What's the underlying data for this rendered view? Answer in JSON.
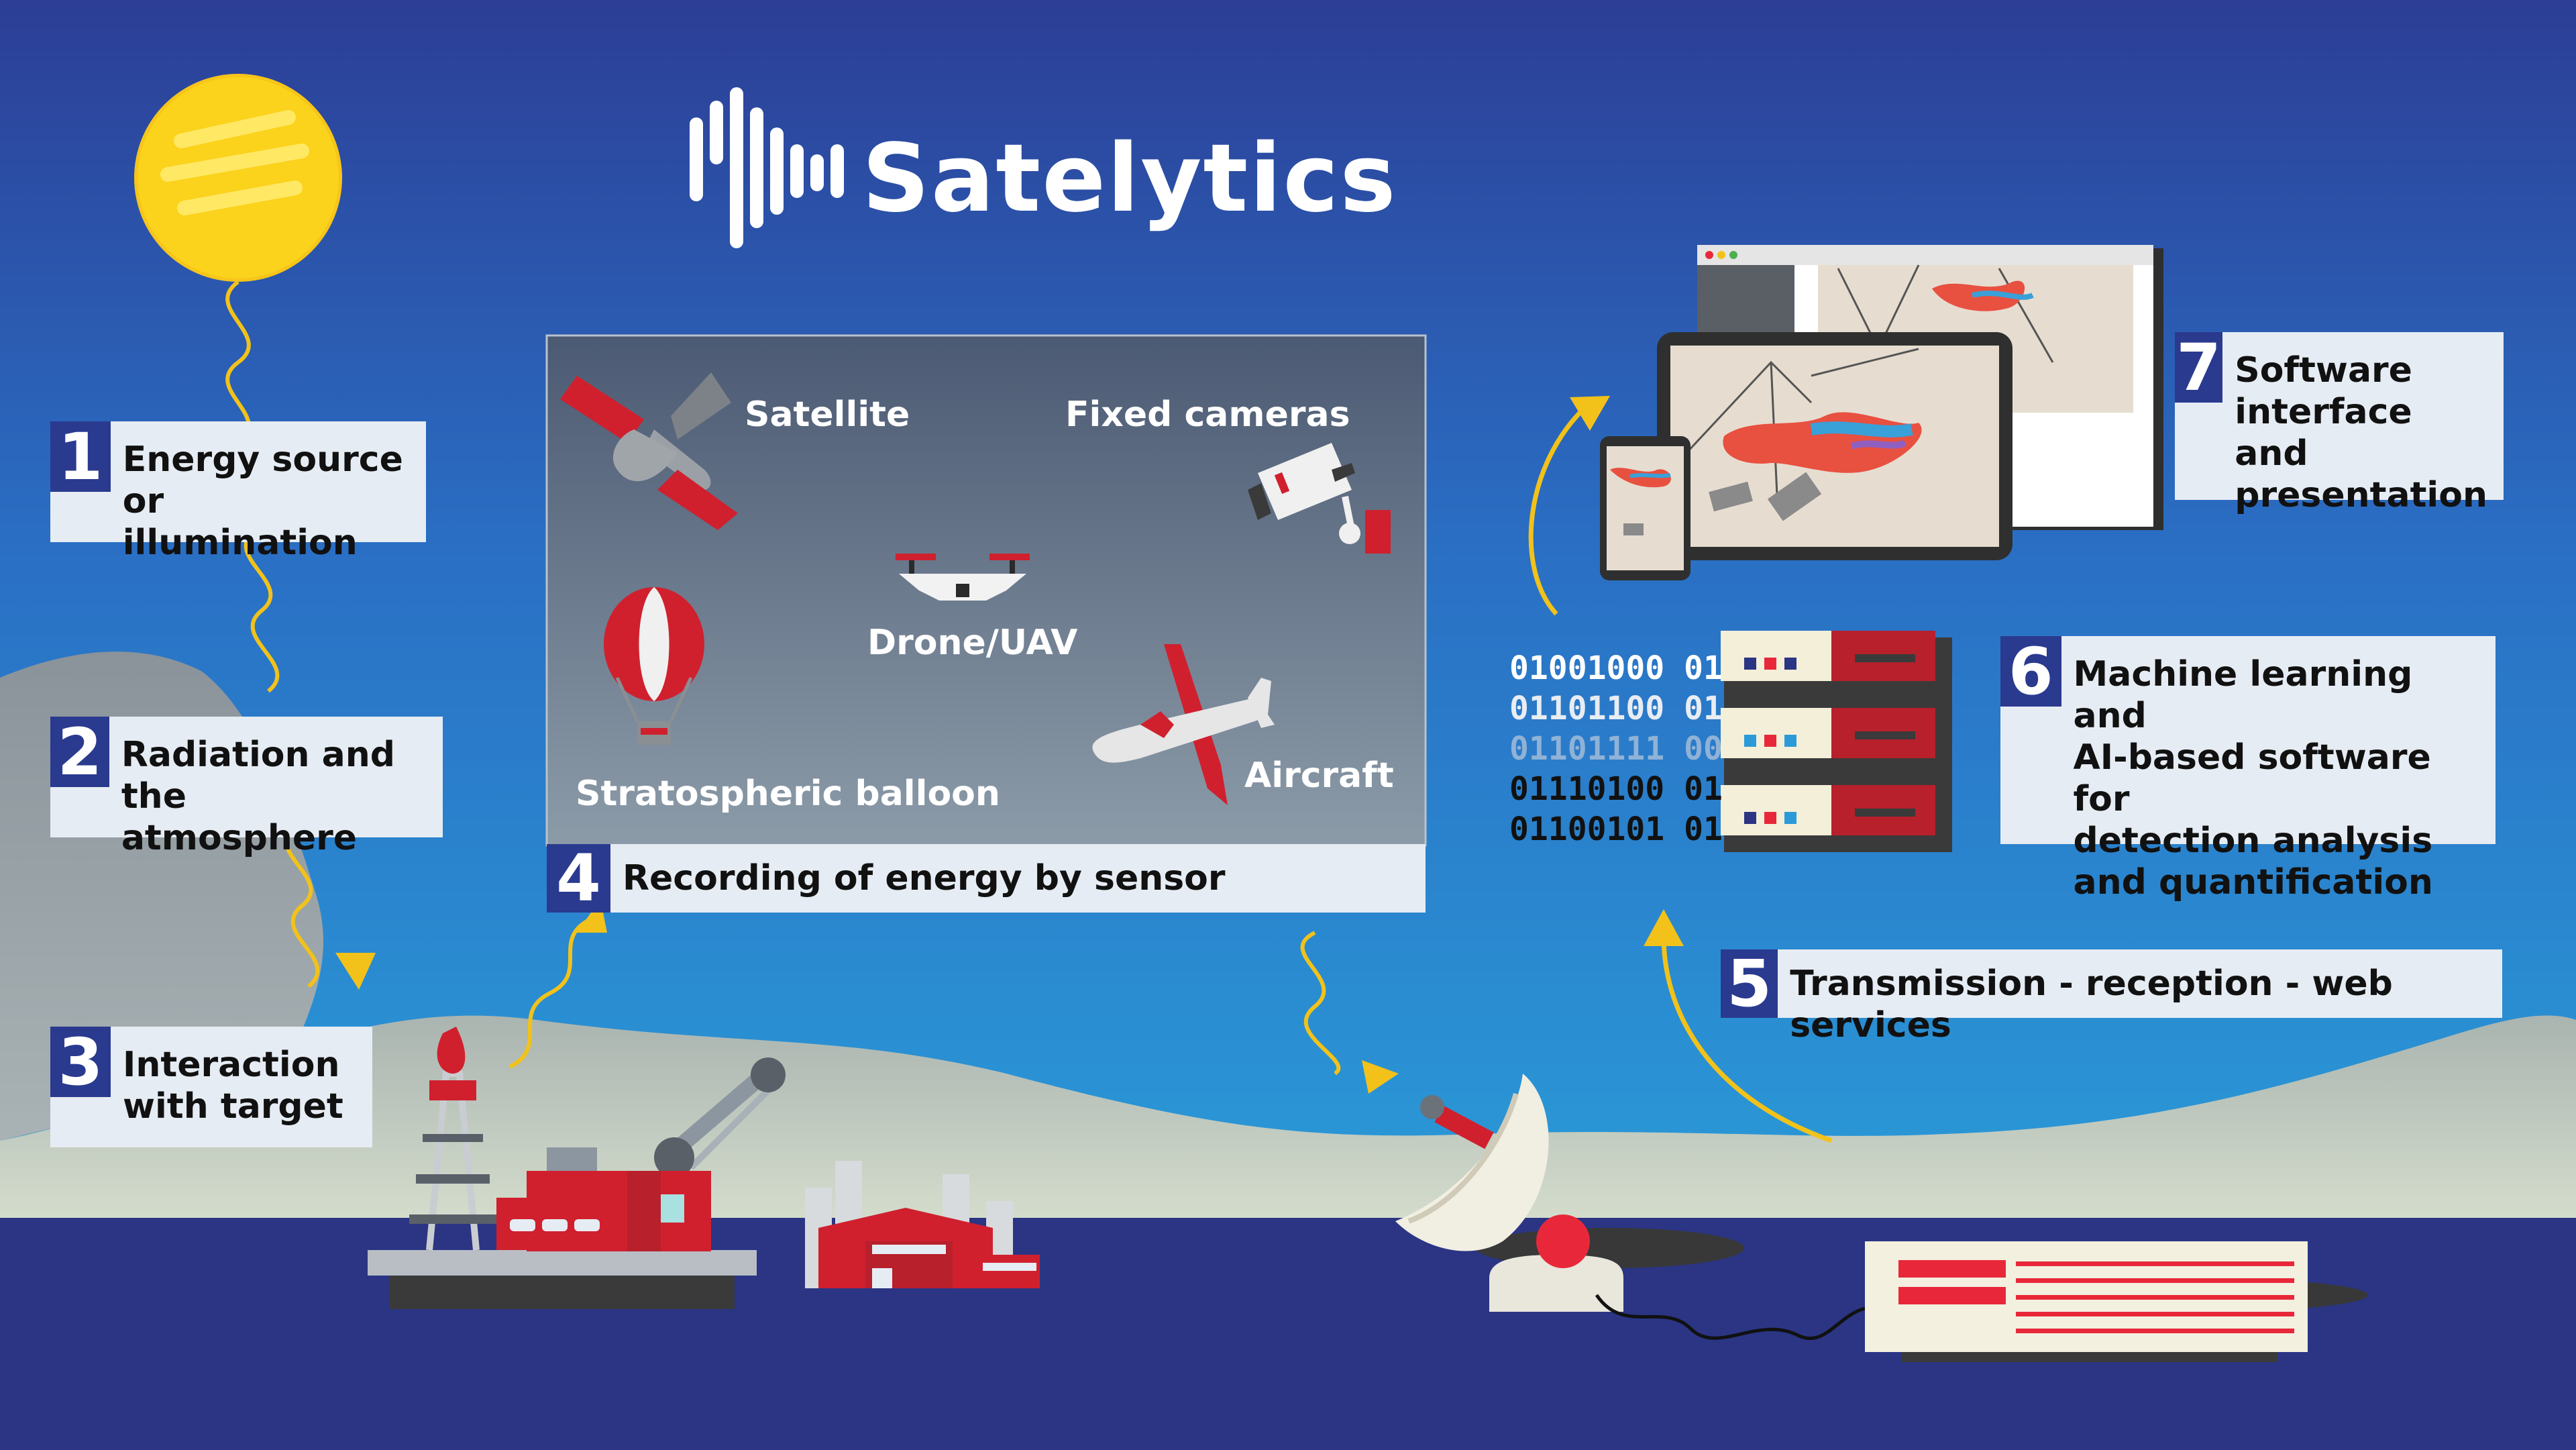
{
  "logo": {
    "name": "Satelytics"
  },
  "steps": [
    {
      "num": "1",
      "text": "Energy source\nor illumination"
    },
    {
      "num": "2",
      "text": "Radiation and\nthe atmosphere"
    },
    {
      "num": "3",
      "text": "Interaction\nwith target"
    },
    {
      "num": "4",
      "text": "Recording of energy by sensor"
    },
    {
      "num": "5",
      "text": "Transmission - reception - web services"
    },
    {
      "num": "6",
      "text": "Machine learning and\nAI-based software for\ndetection analysis\nand quantification"
    },
    {
      "num": "7",
      "text": "Software\ninterface and\npresentation"
    }
  ],
  "sensors": {
    "satellite": "Satellite",
    "fixed_cameras": "Fixed cameras",
    "drone": "Drone/UAV",
    "balloon": "Stratospheric balloon",
    "aircraft": "Aircraft"
  },
  "binary_rows": [
    "01001000 01",
    "01101100 01",
    "01101111 00",
    "01110100 01",
    "01100101 01"
  ],
  "colors": {
    "sky_top": "#2c3e96",
    "sky_bottom": "#2a9bd8",
    "ground": "#2b3584",
    "label_bg": "#e6ecf3",
    "number_bg": "#2a3a8f",
    "accent_red": "#d0202e",
    "arrow_yellow": "#f2c21a"
  }
}
